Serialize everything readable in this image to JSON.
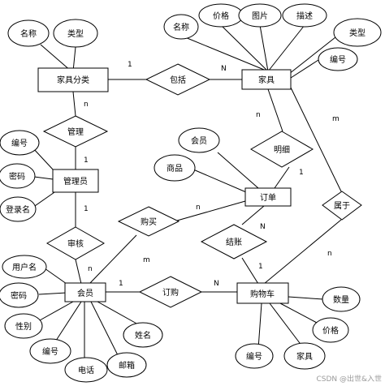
{
  "entities": {
    "furniture_category": "家具分类",
    "furniture": "家具",
    "admin": "管理员",
    "order": "订单",
    "member": "会员",
    "cart": "购物车"
  },
  "relationships": {
    "contains": "包括",
    "manage": "管理",
    "detail": "明细",
    "belongs_to": "属于",
    "purchase": "购买",
    "audit": "审核",
    "settle": "结账",
    "place_order": "订购"
  },
  "attributes": {
    "category_name": "名称",
    "category_type": "类型",
    "furniture_name": "名称",
    "furniture_price": "价格",
    "furniture_image": "图片",
    "furniture_desc": "描述",
    "furniture_type": "类型",
    "furniture_id": "编号",
    "admin_id": "编号",
    "admin_password": "密码",
    "admin_login": "登录名",
    "order_member": "会员",
    "order_product": "商品",
    "member_username": "用户名",
    "member_password": "密码",
    "member_gender": "性别",
    "member_id": "编号",
    "member_phone": "电话",
    "member_email": "邮箱",
    "member_name": "姓名",
    "cart_quantity": "数量",
    "cart_price": "价格",
    "cart_id": "编号",
    "cart_furniture": "家具"
  },
  "cardinalities": {
    "contains_category": "1",
    "contains_furniture": "N",
    "manage_category": "n",
    "manage_admin": "1",
    "detail_furniture": "n",
    "detail_order": "1",
    "belongs_furniture": "m",
    "belongs_cart": "n",
    "purchase_order": "n",
    "purchase_member": "m",
    "audit_admin": "1",
    "audit_member": "n",
    "settle_order": "N",
    "settle_cart": "1",
    "place_member": "1",
    "place_cart": "N"
  },
  "watermark": "CSDN @出世&入世"
}
